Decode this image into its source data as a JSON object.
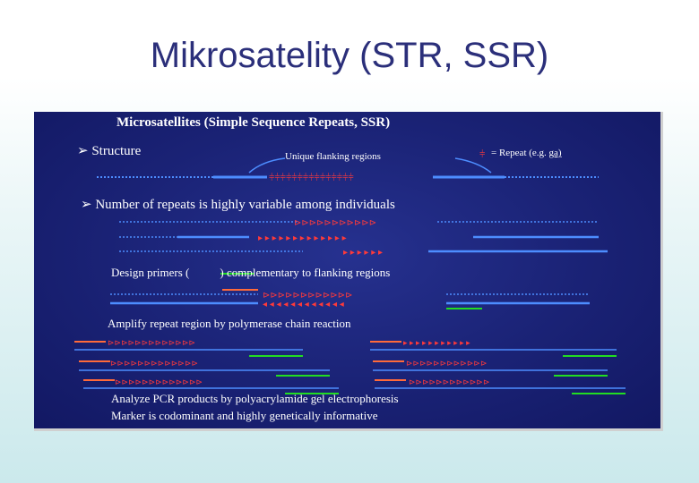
{
  "slide": {
    "title": "Mikrosatelity (STR, SSR)"
  },
  "panel": {
    "heading": "Microsatellites (Simple Sequence Repeats, SSR)",
    "structure_bullet": "Structure",
    "flanking_label": "Unique flanking regions",
    "repeat_legend_prefix": "= Repeat (e.g.",
    "repeat_legend_example": "ga)",
    "variable_bullet": "Number of repeats is highly variable among individuals",
    "design_primers_before": "Design primers (",
    "design_primers_after": ") complementary to flanking regions",
    "amplify_line": "Amplify repeat region by polymerase chain reaction",
    "analyze_line": "Analyze PCR products by polyacrylamide gel electrophoresis",
    "marker_line": "Marker is codominant and highly genetically informative",
    "colors": {
      "panel": "#1a2275",
      "repeat": "#ff3a3a",
      "forward_primer": "#ff6a3a",
      "reverse_primer": "#22dd22",
      "dna": "#4d8dff"
    }
  }
}
